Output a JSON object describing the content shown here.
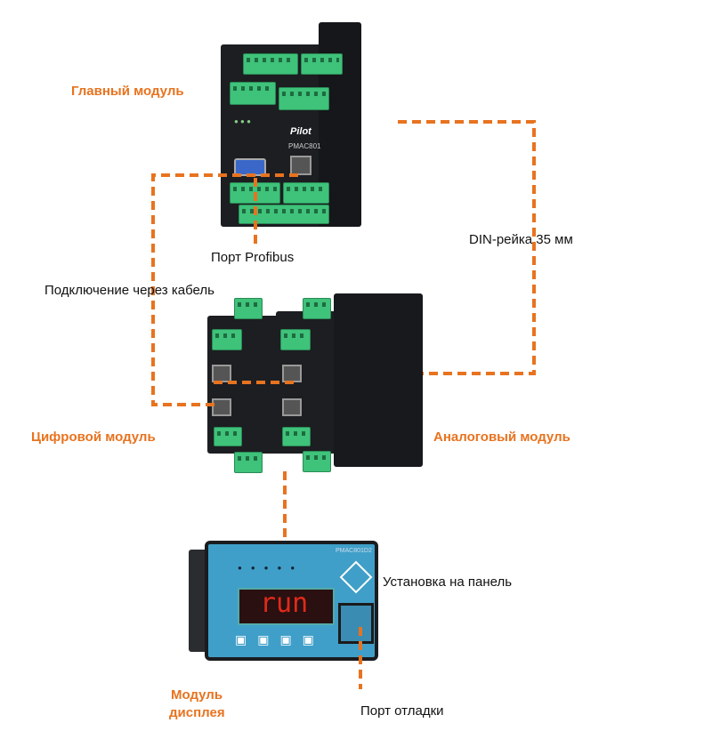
{
  "labels": {
    "main_module": "Главный модуль",
    "profibus_port": "Порт Profibus",
    "din_rail": "DIN-рейка 35 мм",
    "cable_connection": "Подключение через кабель",
    "digital_module": "Цифровой модуль",
    "analog_module": "Аналоговый модуль",
    "panel_mount": "Установка на панель",
    "display_module_line1": "Модуль",
    "display_module_line2": "дисплея",
    "debug_port": "Порт отладки"
  },
  "devices": {
    "main": {
      "brand": "Pilot",
      "model": "PMAC801"
    },
    "display": {
      "model": "PMAC801D2",
      "readout": "run"
    }
  },
  "colors": {
    "accent": "#e8731f",
    "terminal": "#3fc27a",
    "display_panel": "#3f9fc8",
    "led": "#e02a1a"
  }
}
